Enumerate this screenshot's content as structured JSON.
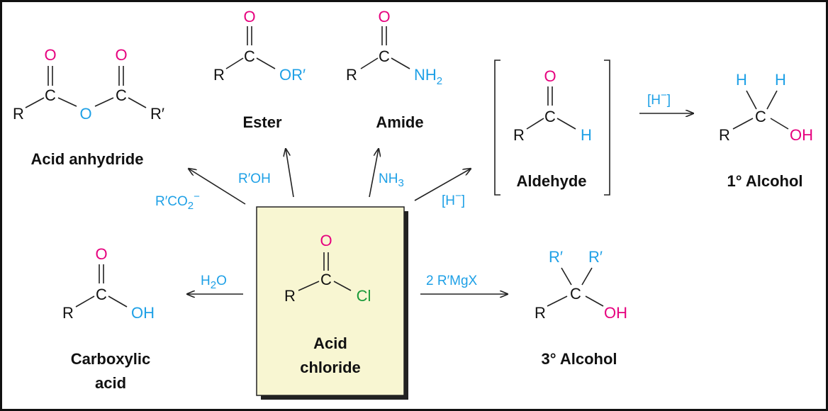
{
  "colors": {
    "carbon": "#111111",
    "oxygen": "#e6007e",
    "hetero": "#1ea0e6",
    "chlorine": "#1a9a3a",
    "box_fill": "#f8f6d2",
    "frame": "#111111"
  },
  "center": {
    "name_line1": "Acid",
    "name_line2": "chloride",
    "R": "R",
    "C": "C",
    "O": "O",
    "Cl": "Cl"
  },
  "anhydride": {
    "name": "Acid anhydride",
    "R": "R",
    "R2": "R′",
    "C": "C",
    "O": "O"
  },
  "ester": {
    "name": "Ester",
    "R": "R",
    "C": "C",
    "O": "O",
    "OR": "OR′"
  },
  "amide": {
    "name": "Amide",
    "R": "R",
    "C": "C",
    "O": "O",
    "N": "NH",
    "N_sub": "2"
  },
  "aldehyde": {
    "name": "Aldehyde",
    "R": "R",
    "C": "C",
    "O": "O",
    "H": "H"
  },
  "primary_alcohol": {
    "name": "1° Alcohol",
    "R": "R",
    "C": "C",
    "H": "H",
    "OH": "OH"
  },
  "carboxylic": {
    "name_line1": "Carboxylic",
    "name_line2": "acid",
    "R": "R",
    "C": "C",
    "O": "O",
    "OH": "OH"
  },
  "tertiary_alcohol": {
    "name": "3° Alcohol",
    "R": "R",
    "C": "C",
    "R2": "R′",
    "OH": "OH"
  },
  "reagents": {
    "anhydride_a": "R′CO",
    "anhydride_sub": "2",
    "anhydride_sup": "−",
    "ester": "R′OH",
    "amide": "NH",
    "amide_sub": "3",
    "aldehyde": "[H",
    "aldehyde_sup": "−",
    "aldehyde_close": "]",
    "alcohol": "[H",
    "alcohol_sup": "−",
    "alcohol_close": "]",
    "water": "H",
    "water_sub": "2",
    "water_o": "O",
    "grignard": "2 R′MgX"
  }
}
